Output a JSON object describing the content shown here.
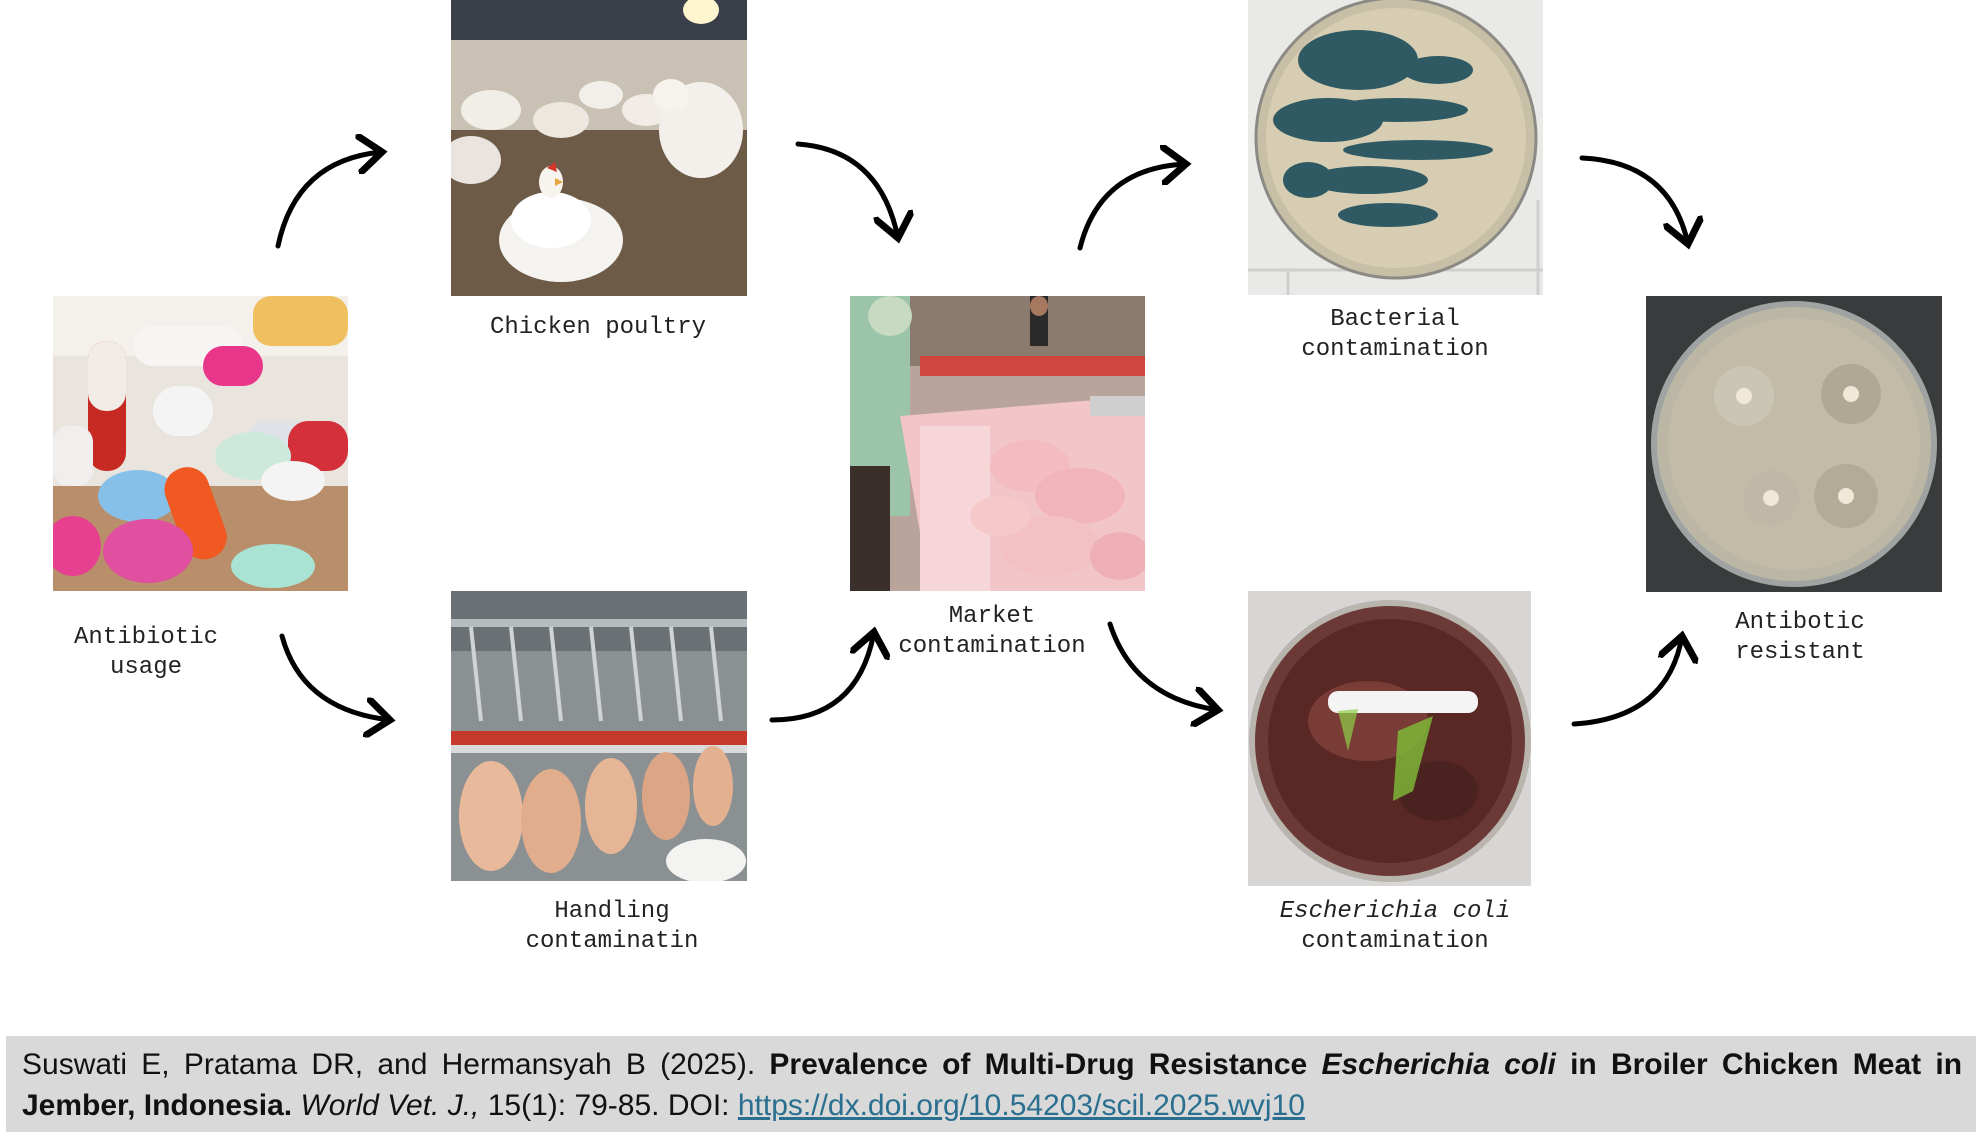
{
  "nodes": {
    "antibiotic": {
      "line1": "Antibiotic",
      "line2": "usage",
      "image": "medicine-pills-photo"
    },
    "poultry": {
      "line1": "Chicken poultry",
      "image": "chicken-farm-photo"
    },
    "handling": {
      "line1": "Handling",
      "line2": "contaminatin",
      "image": "slaughter-line-photo"
    },
    "market": {
      "line1": "Market",
      "line2": "contamination",
      "image": "meat-market-photo"
    },
    "bacterial": {
      "line1": "Bacterial",
      "line2": "contamination",
      "image": "bacterial-petri-dish-photo"
    },
    "ecoli": {
      "line1_italic": "Escherichia coli",
      "line2": "contamination",
      "image": "ecoli-petri-dish-photo"
    },
    "resistant": {
      "line1": "Antibotic",
      "line2": "resistant",
      "image": "antibiotic-test-plate-photo"
    }
  },
  "citation": {
    "authors": "Suswati E, Pratama DR, and Hermansyah B (2025).",
    "title_part1": "Prevalence of Multi-Drug Resistance",
    "title_italic": "Escherichia coli",
    "title_part2": "in Broiler Chicken Meat in Jember, Indonesia.",
    "journal": "World Vet. J.,",
    "volume_pages": "15(1): 79-85. DOI:",
    "doi_url": "https://dx.doi.org/10.54203/scil.2025.wvj10"
  },
  "colors": {
    "arrow": "#000000",
    "citation_bg": "#d9d9d9",
    "link": "#2a6f8f"
  }
}
